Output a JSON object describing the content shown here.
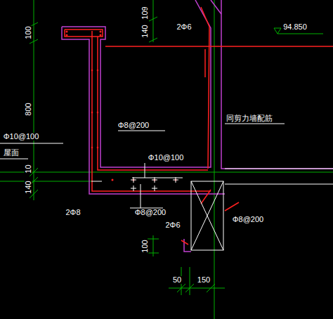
{
  "diagram": {
    "labels": [
      "109",
      "100",
      "140",
      "2Φ6",
      "94.850",
      "Φ8@200",
      "800",
      "同剪力墙配筋",
      "Φ10@100",
      "10",
      "屋面",
      "140",
      "Φ10@100",
      "2Φ8",
      "Φ8@200",
      "2Φ6",
      "Φ8@200",
      "100",
      "50",
      "150"
    ]
  }
}
